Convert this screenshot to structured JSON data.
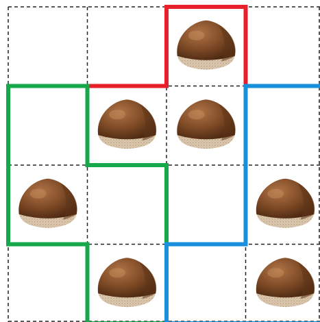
{
  "grid": {
    "rows": 4,
    "cols": 4,
    "line_color": "#222222"
  },
  "chestnut": {
    "icon": "chestnut-icon",
    "shell_dark": "#5e3418",
    "shell_light": "#9a6238",
    "base_color": "#d8c3a8",
    "positions": [
      {
        "row": 0,
        "col": 2
      },
      {
        "row": 1,
        "col": 1
      },
      {
        "row": 1,
        "col": 2
      },
      {
        "row": 2,
        "col": 0
      },
      {
        "row": 2,
        "col": 3
      },
      {
        "row": 3,
        "col": 1
      },
      {
        "row": 3,
        "col": 3
      }
    ]
  },
  "regions": [
    {
      "name": "red",
      "color": "#e8202a",
      "cells": [
        [
          0,
          2
        ],
        [
          1,
          1
        ],
        [
          1,
          2
        ],
        [
          2,
          2
        ]
      ]
    },
    {
      "name": "green",
      "color": "#16a84a",
      "cells": [
        [
          1,
          0
        ],
        [
          2,
          0
        ],
        [
          2,
          1
        ],
        [
          3,
          1
        ]
      ]
    },
    {
      "name": "blue",
      "color": "#1a8fdc",
      "cells": [
        [
          1,
          3
        ],
        [
          2,
          3
        ],
        [
          3,
          2
        ],
        [
          3,
          3
        ]
      ]
    }
  ]
}
